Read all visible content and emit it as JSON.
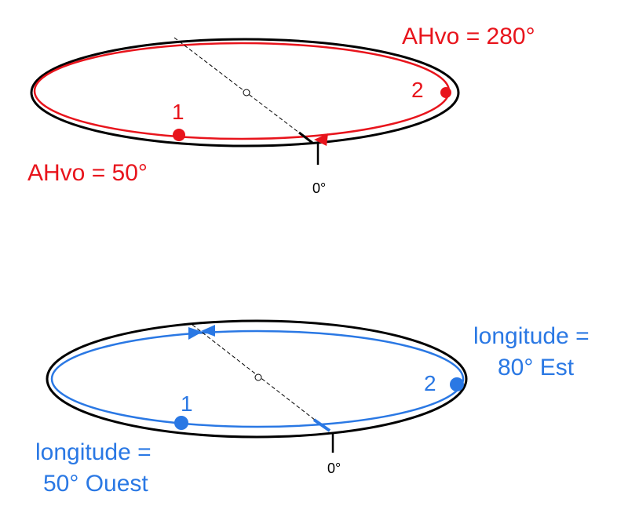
{
  "colors": {
    "red": "#e8141c",
    "blue": "#2a78e4",
    "black": "#000000"
  },
  "top": {
    "label_right": "AHvo = 280°",
    "label_left": "AHvo = 50°",
    "point1": "1",
    "point2": "2",
    "zero": "0°"
  },
  "bottom": {
    "label_right_line1": "longitude =",
    "label_right_line2": "80° Est",
    "label_left_line1": "longitude =",
    "label_left_line2": "50° Ouest",
    "point1": "1",
    "point2": "2",
    "zero": "0°"
  }
}
